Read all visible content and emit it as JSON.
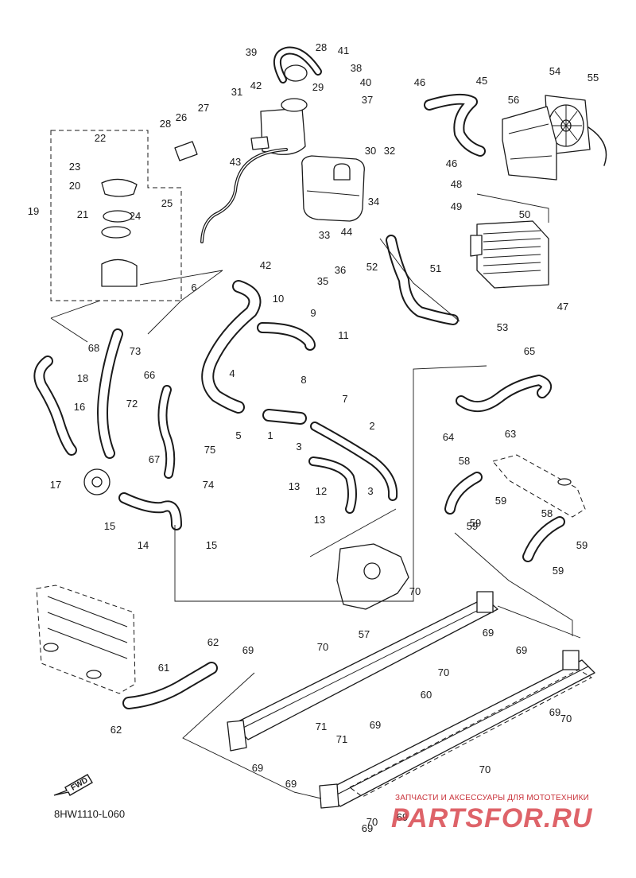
{
  "diagram": {
    "code": "8HW1110-L060",
    "fwd_label": "FWD",
    "watermark": {
      "subtitle": "ЗАПЧАСТИ И АКСЕССУАРЫ ДЛЯ МОТОТЕХНИКИ",
      "brand": "PARTSFOR.RU"
    },
    "callouts": [
      "1",
      "2",
      "3",
      "3",
      "4",
      "5",
      "6",
      "7",
      "8",
      "9",
      "10",
      "11",
      "12",
      "13",
      "13",
      "14",
      "15",
      "15",
      "16",
      "17",
      "18",
      "19",
      "20",
      "21",
      "22",
      "23",
      "24",
      "25",
      "26",
      "27",
      "28",
      "28",
      "29",
      "30",
      "31",
      "32",
      "33",
      "34",
      "35",
      "36",
      "37",
      "38",
      "39",
      "40",
      "41",
      "42",
      "42",
      "43",
      "44",
      "45",
      "46",
      "46",
      "47",
      "48",
      "49",
      "50",
      "51",
      "52",
      "53",
      "54",
      "55",
      "56",
      "57",
      "58",
      "58",
      "59",
      "59",
      "59",
      "59",
      "59",
      "60",
      "61",
      "62",
      "62",
      "63",
      "64",
      "65",
      "66",
      "67",
      "68",
      "69",
      "69",
      "69",
      "69",
      "69",
      "69",
      "69",
      "69",
      "69",
      "70",
      "70",
      "70",
      "70",
      "70",
      "70",
      "71",
      "71",
      "72",
      "73",
      "74",
      "75"
    ]
  }
}
